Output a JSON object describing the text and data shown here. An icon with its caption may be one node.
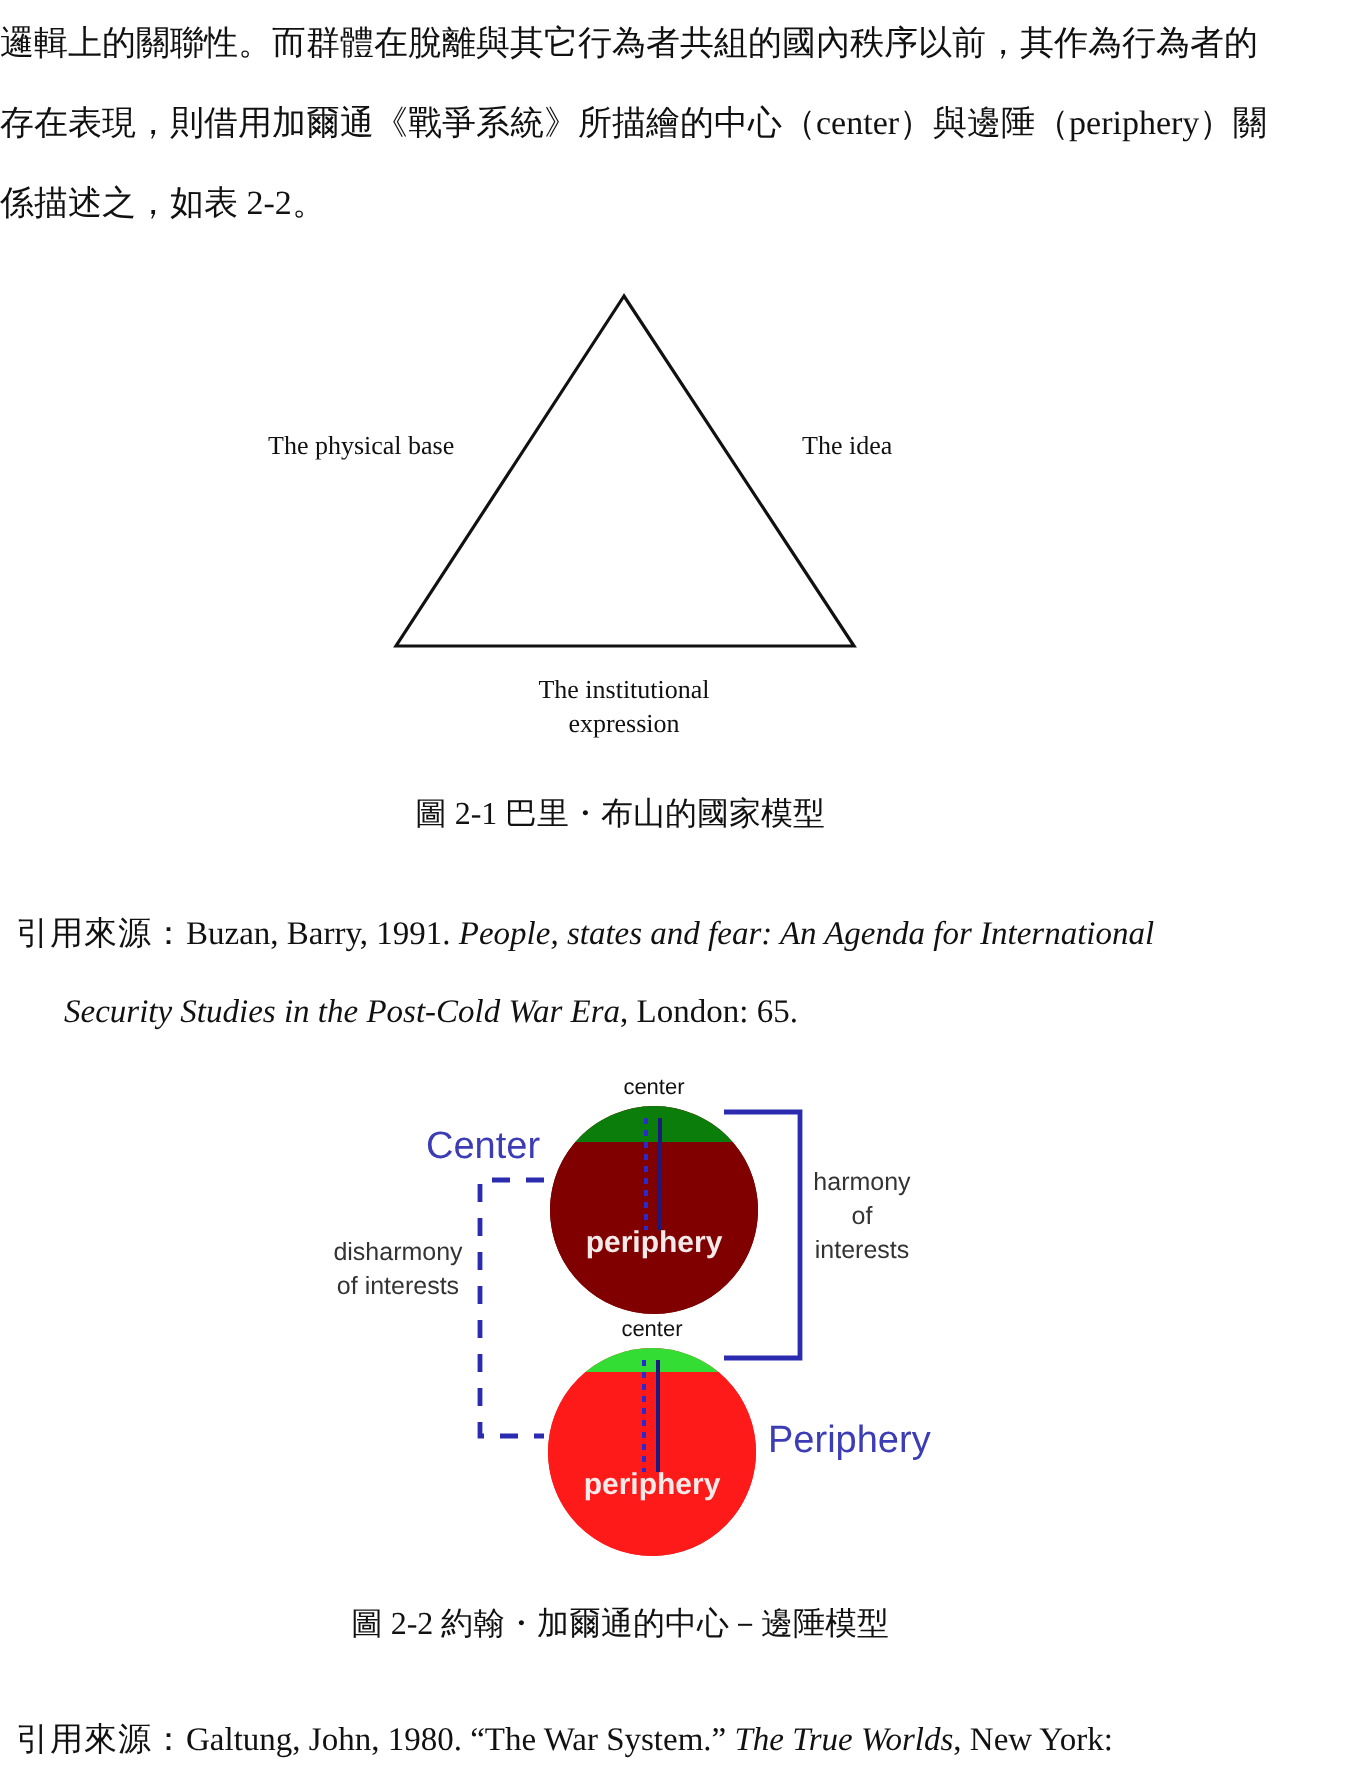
{
  "diagram": {
    "nodes": [
      {
        "text": [],
        "shape": "triangle",
        "beside": [
          "The physical base",
          "The idea",
          "The institutional expression"
        ]
      },
      {
        "text": [],
        "shape": "circle",
        "beside": [
          "Center"
        ]
      },
      {
        "text": [
          "center"
        ],
        "in": 1
      },
      {
        "text": [
          "periphery"
        ],
        "in": 1
      },
      {
        "text": [],
        "shape": "circle",
        "beside": [
          "Periphery"
        ]
      },
      {
        "text": [
          "center"
        ],
        "in": 4
      },
      {
        "text": [
          "periphery"
        ],
        "in": 4
      }
    ],
    "edges": [
      {
        "from": 2,
        "to": 5,
        "arrow": "none",
        "label": "harmony of interests"
      },
      {
        "from": 3,
        "to": 6,
        "arrow": "none",
        "label": "disharmony of interests",
        "style": "dashed"
      }
    ],
    "labels": [
      "邏輯上的關聯性。而群體在脫離與其它行為者共組的國內秩序以前，其作為行為者的存在表現，則借用加爾通《戰爭系統》所描繪的中心（center）與邊陲（periphery）關係描述之，如表 2-2。",
      "圖 2-1  巴里・布山的國家模型",
      "引用來源：Buzan, Barry, 1991. *People, states and fear: An Agenda for International Security Studies in the Post-Cold War Era*, London: 65.",
      "圖 2-2  約翰・加爾通的中心－邊陲模型",
      "引用來源：Galtung, John, 1980. “The War System.” *The True Worlds*, New York:"
    ]
  }
}
